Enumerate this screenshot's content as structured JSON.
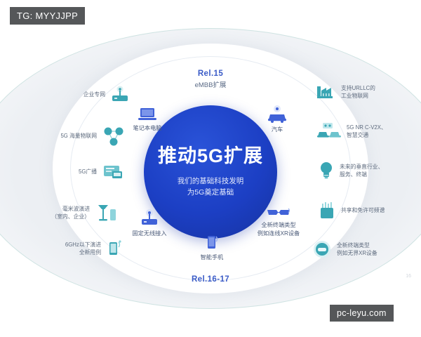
{
  "watermarks": {
    "top_left": "TG: MYYJJPP",
    "bottom_right": "pc-leyu.com"
  },
  "page_number": "16",
  "core": {
    "title": "推动5G扩展",
    "subtitle_line1": "我们的基础科技发明",
    "subtitle_line2": "为5G奠定基础",
    "color": "#1c3fc4"
  },
  "releases": {
    "top": {
      "name": "Rel.15",
      "desc": "eMBB扩展"
    },
    "bottom": {
      "name": "Rel.16-17",
      "desc": ""
    }
  },
  "colors": {
    "accent_blue": "#3b5bdb",
    "icon_blue": "#4062d8",
    "icon_teal": "#3aa6b4",
    "ring_gray": "#eceff3",
    "label_text": "#5d6a7d"
  },
  "inner_nodes": [
    {
      "id": "laptop",
      "icon": "laptop-icon",
      "label": "笔记本电脑"
    },
    {
      "id": "car",
      "icon": "car-icon",
      "label": "汽车"
    },
    {
      "id": "fwa",
      "icon": "router-icon",
      "label": "固定无线接入"
    },
    {
      "id": "smartphone",
      "icon": "smartphone-icon",
      "label": "智能手机"
    },
    {
      "id": "xr-glasses",
      "icon": "xr-glasses-icon",
      "label": "全新终端类型\n例如连线XR设备"
    }
  ],
  "outer_nodes_left": [
    {
      "id": "enterprise-network",
      "icon": "enterprise-router-icon",
      "label": "企业专网"
    },
    {
      "id": "massive-iot",
      "icon": "iot-mesh-icon",
      "label": "5G 海量物联网"
    },
    {
      "id": "broadcast",
      "icon": "broadcast-icon",
      "label": "5G广播"
    },
    {
      "id": "mmwave",
      "icon": "mmwave-antenna-icon",
      "label": "毫米波演进\n（室内、企业）"
    },
    {
      "id": "sub6",
      "icon": "sub6-phone-icon",
      "label": "6GHz以下演进\n全新用例"
    }
  ],
  "outer_nodes_right": [
    {
      "id": "urllc-industrial",
      "icon": "factory-icon",
      "label": "支持URLLC的\n工业物联网"
    },
    {
      "id": "c-v2x",
      "icon": "two-cars-icon",
      "label": "5G NR C-V2X、\n智慧交通"
    },
    {
      "id": "verticals",
      "icon": "bulb-icon",
      "label": "未来的垂直行业、\n服务、终端"
    },
    {
      "id": "spectrum",
      "icon": "spectrum-icon",
      "label": "共享和免许可频谱"
    },
    {
      "id": "boundless-xr",
      "icon": "xr-headset-icon",
      "label": "全新终端类型\n例如无界XR设备"
    }
  ]
}
